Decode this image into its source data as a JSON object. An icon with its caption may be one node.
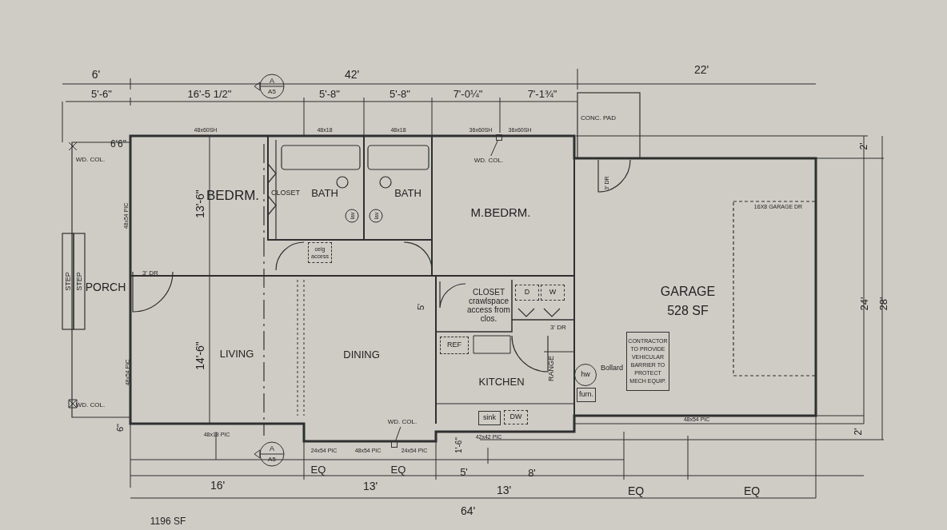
{
  "diagram": {
    "nodes": [
      {
        "text": [
          "BEDRM."
        ]
      },
      {
        "text": [
          "CLOSET"
        ]
      },
      {
        "text": [
          "BATH"
        ]
      },
      {
        "text": [
          "BATH"
        ]
      },
      {
        "text": [
          "M.BEDRM."
        ]
      },
      {
        "text": [
          "PORCH"
        ]
      },
      {
        "text": [
          "LIVING"
        ]
      },
      {
        "text": [
          "DINING"
        ]
      },
      {
        "text": [
          "KITCHEN"
        ]
      },
      {
        "text": [
          "CLOSET crawlspace access from clos."
        ]
      },
      {
        "text": [
          "GARAGE",
          "528 SF"
        ]
      },
      {
        "text": [
          "CONC. PAD"
        ]
      },
      {
        "text": [
          "CONTRACTOR TO PROVIDE VEHICULAR BARRIER TO PROTECT MECH EQUIP."
        ]
      },
      {
        "text": [
          "REF"
        ]
      },
      {
        "text": [
          "D"
        ]
      },
      {
        "text": [
          "W"
        ]
      },
      {
        "text": [
          "hw"
        ]
      },
      {
        "text": [
          "furn."
        ]
      },
      {
        "text": [
          "sink"
        ]
      },
      {
        "text": [
          "DW"
        ]
      },
      {
        "text": [
          "RANGE"
        ]
      },
      {
        "text": [
          "celg access"
        ]
      },
      {
        "text": [
          "WD. COL."
        ]
      },
      {
        "text": [],
        "shape": "box"
      },
      {
        "text": [
          "WD. COL."
        ]
      },
      {
        "text": [],
        "shape": "box"
      },
      {
        "text": [
          "16X8 GARAGE DR"
        ]
      }
    ],
    "edges": [
      {
        "from": 22,
        "to": 23,
        "arrow": "none"
      },
      {
        "from": 24,
        "to": 25,
        "arrow": "none"
      }
    ],
    "labels": [
      "6'",
      "42'",
      "22'",
      "5'-6\"",
      "16'-5 1/2\"",
      "5'-8\"",
      "5'-8\"",
      "7'-0¼\"",
      "7'-1¾\"",
      "48x60SH",
      "48x18",
      "48x18",
      "36x60SH",
      "36x60SH",
      "WD. COL.",
      "6'6\"",
      "2'",
      "13'-6\"",
      "48x54 PIC",
      "STEP",
      "STEP",
      "3' DR",
      "3' DR",
      "5'",
      "3' DR",
      "Bollard",
      "24'",
      "28'",
      "14'-6\"",
      "48x54 PIC",
      "WD. COL.",
      "6\"",
      "48x18 PIC",
      "24x54 PIC",
      "48x54 PIC",
      "24x54 PIC",
      "42x42 PIC",
      "1'-6\"",
      "48x54 PIC",
      "2'",
      "EQ",
      "EQ",
      "16'",
      "13'",
      "5'",
      "8'",
      "13'",
      "EQ",
      "EQ",
      "64'",
      "A",
      "A5",
      "A",
      "A5",
      "lav",
      "lav",
      "1196 SF"
    ]
  }
}
